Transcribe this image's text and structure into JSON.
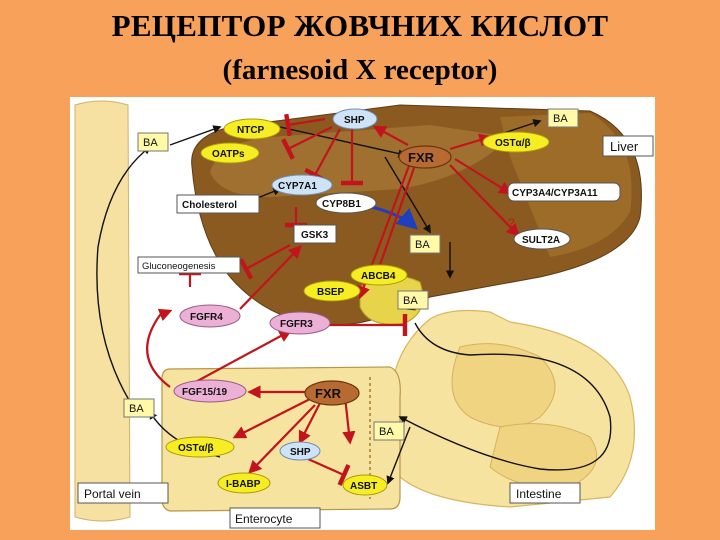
{
  "title": {
    "line1": "РЕЦЕПТОР ЖОВЧНИХ КИСЛОТ",
    "line2": "(farnesoid X receptor)"
  },
  "diagram": {
    "regions": {
      "liver": "Liver",
      "intestine": "Intestine",
      "portal_vein": "Portal vein",
      "enterocyte": "Enterocyte",
      "cholesterol": "Cholesterol",
      "gluconeogenesis": "Gluconeogenesis"
    },
    "ba": "BA",
    "nodes": {
      "ntcp": "NTCP",
      "oatps": "OATPs",
      "shp": "SHP",
      "fxr": "FXR",
      "ost": "OSTα/β",
      "cyp7a1": "CYP7A1",
      "cyp8b1": "CYP8B1",
      "cyp3a4": "CYP3A4/CYP3A11",
      "sult2a": "SULT2A",
      "gsk3": "GSK3",
      "abcb4": "ABCB4",
      "bsep": "BSEP",
      "fgfr4": "FGFR4",
      "fgfr3": "FGFR3",
      "fgf15": "FGF15/19",
      "ibabp": "I-BABP",
      "asbt": "ASBT",
      "question": "?"
    }
  },
  "colors": {
    "background": "#f7a15a",
    "liver": "#8a5a20",
    "intestine": "#f6e3a0",
    "inhibition": "#c1141c"
  }
}
